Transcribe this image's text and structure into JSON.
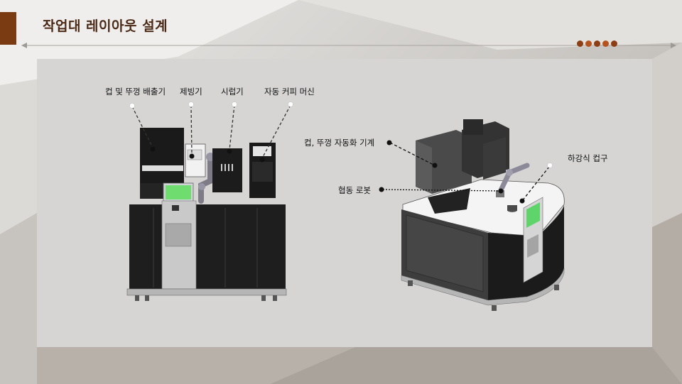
{
  "header": {
    "title": "작업대 레이아웃 설계",
    "accent_color": "#7a3a12",
    "dot_color": "#b5521d"
  },
  "front_view": {
    "labels": {
      "cup_lid_dispenser": "컵 및 뚜껑 배출기",
      "ice_maker": "제빙기",
      "syrup_dispenser": "시럽기",
      "coffee_machine": "자동 커피 머신"
    },
    "screen_color": "#6fdc6f"
  },
  "iso_view": {
    "labels": {
      "cup_lid_automation": "컵, 뚜껑 자동화 기계",
      "cobot": "협동 로봇",
      "lowering_cup_outlet": "하강식 컵구"
    },
    "screen_color": "#5ed46a"
  }
}
